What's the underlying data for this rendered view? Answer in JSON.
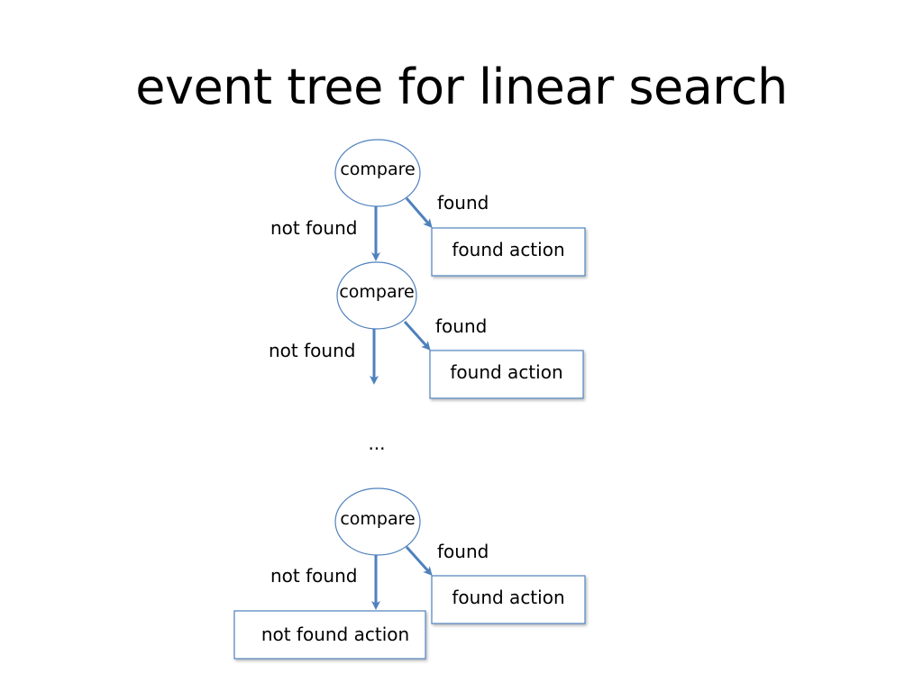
{
  "title": "event tree for linear search",
  "colors": {
    "node_stroke": "#4f81bd",
    "arrow": "#4f81bd",
    "text": "#000000",
    "background": "#ffffff"
  },
  "tree": {
    "levels": [
      {
        "compare_label": "compare",
        "found_edge_label": "found",
        "not_found_edge_label": "not found",
        "found_action_label": "found action"
      },
      {
        "compare_label": "compare",
        "found_edge_label": "found",
        "not_found_edge_label": "not found",
        "found_action_label": "found action"
      },
      {
        "compare_label": "compare",
        "found_edge_label": "found",
        "not_found_edge_label": "not found",
        "found_action_label": "found action",
        "not_found_action_label": "not found action"
      }
    ],
    "ellipsis": "..."
  }
}
